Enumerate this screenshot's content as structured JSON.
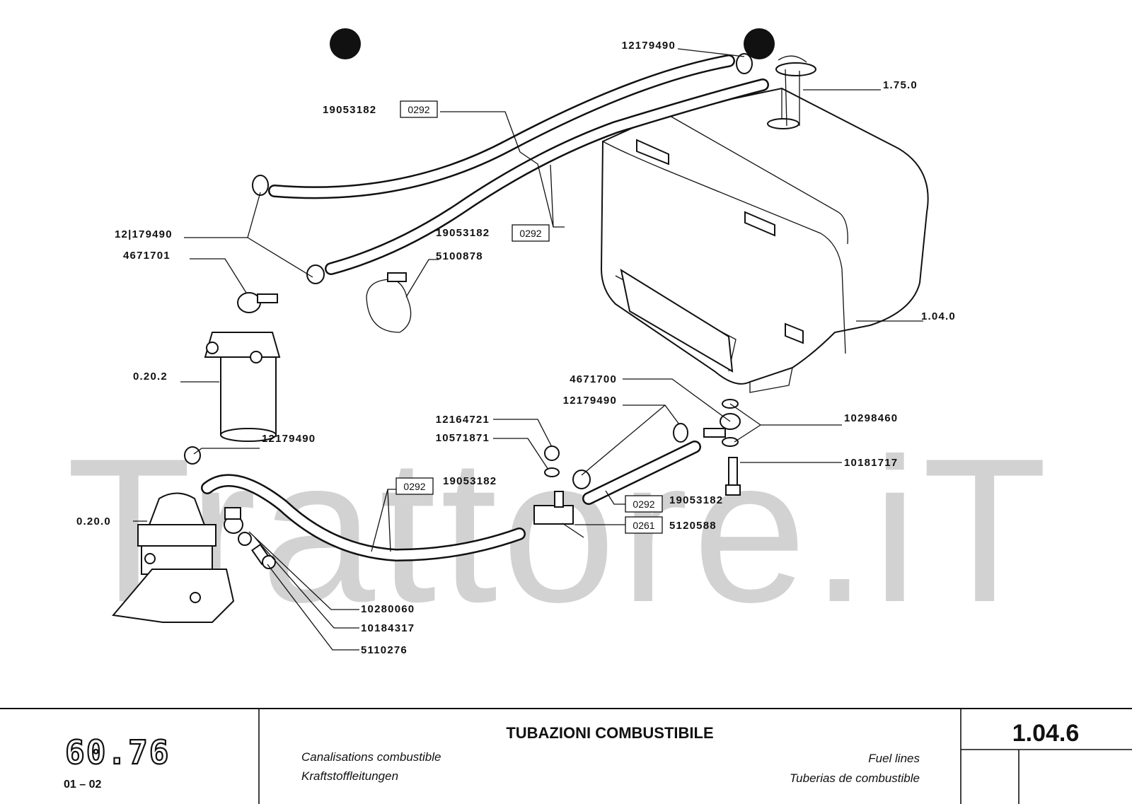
{
  "watermark": "Trattore.iT",
  "callouts": {
    "c_12179490_top": "12179490",
    "c_1750": "1.75.0",
    "c_19053182_a": "19053182",
    "c_0292_a": "0292",
    "c_12179490_left": "12|179490",
    "c_19053182_b": "19053182",
    "c_0292_b": "0292",
    "c_4671701": "4671701",
    "c_5100878": "5100878",
    "c_1040": "1.04.0",
    "c_0202": "0.20.2",
    "c_4671700": "4671700",
    "c_12179490_mid": "12179490",
    "c_12164721": "12164721",
    "c_10298460": "10298460",
    "c_10571871": "10571871",
    "c_12179490_pump": "12179490",
    "c_10181717": "10181717",
    "c_0292_c": "0292",
    "c_19053182_c": "19053182",
    "c_0292_d": "0292",
    "c_19053182_d": "19053182",
    "c_0200": "0.20.0",
    "c_0261": "0261",
    "c_5120588": "5120588",
    "c_10280060": "10280060",
    "c_10184317": "10184317",
    "c_5110276": "5110276"
  },
  "title_block": {
    "logo": "60.76",
    "date": "01 – 02",
    "title_it": "TUBAZIONI COMBUSTIBILE",
    "title_fr": "Canalisations combustible",
    "title_de": "Kraftstoffleitungen",
    "title_en": "Fuel lines",
    "title_es": "Tuberias de combustible",
    "page_code": "1.04.6"
  }
}
